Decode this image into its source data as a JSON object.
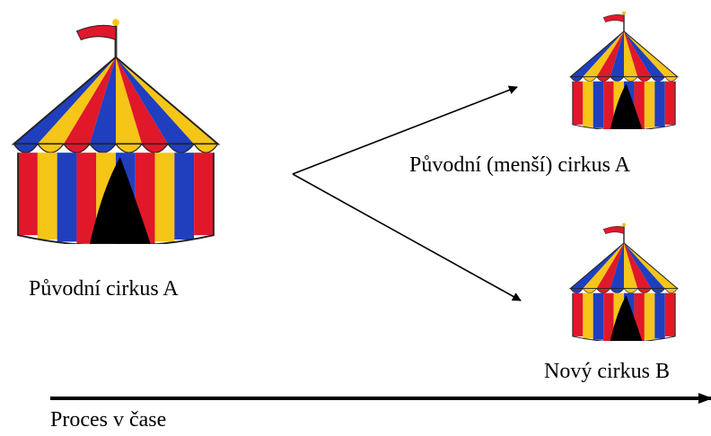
{
  "labels": {
    "original": "Původní cirkus A",
    "original_smaller": "Původní (menší) cirkus A",
    "new": "Nový cirkus B",
    "process": "Proces v čase"
  },
  "colors": {
    "tent_red": "#e0182a",
    "tent_blue": "#1f3fbf",
    "tent_yellow": "#f5c518",
    "flag": "#e0182a",
    "arrow": "#000000"
  }
}
